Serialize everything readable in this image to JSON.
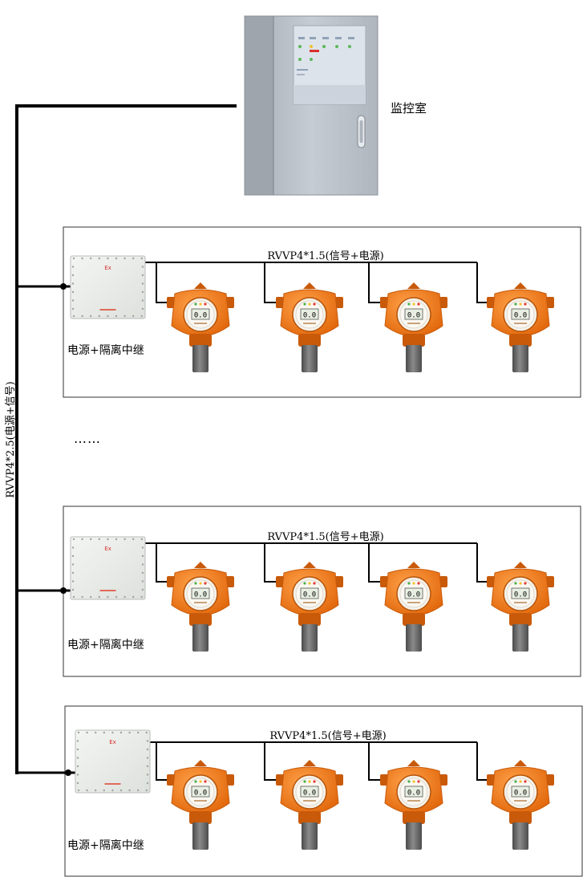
{
  "control_room": {
    "label": "监控室"
  },
  "trunk_cable": {
    "label": "RVVP4*2.5(电源+信号)"
  },
  "ellipsis": "……",
  "groups": [
    {
      "cable_label": "RVVP4*1.5(信号+电源)",
      "relay_label": "电源+隔离中继",
      "box_mark": "Ex",
      "detectors": [
        {
          "display": "0.0"
        },
        {
          "display": "0.0"
        },
        {
          "display": "0.0"
        },
        {
          "display": "0.0"
        }
      ]
    },
    {
      "cable_label": "RVVP4*1.5(信号+电源)",
      "relay_label": "电源+隔离中继",
      "box_mark": "Ex",
      "detectors": [
        {
          "display": "0.0"
        },
        {
          "display": "0.0"
        },
        {
          "display": "0.0"
        },
        {
          "display": "0.0"
        }
      ]
    },
    {
      "cable_label": "RVVP4*1.5(信号+电源)",
      "relay_label": "电源+隔离中继",
      "box_mark": "Ex",
      "detectors": [
        {
          "display": "0.0"
        },
        {
          "display": "0.0"
        },
        {
          "display": "0.0"
        },
        {
          "display": "0.0"
        }
      ]
    }
  ],
  "colors": {
    "detector_body": "#f07a18",
    "detector_dark": "#c85a0a",
    "sensor_head": "#6a6a6a",
    "cabinet": "#b8bec6",
    "cabinet_screen": "#dde3ea",
    "relay_box": "#e9ece8",
    "wire": "#000000",
    "box_mark": "#d8302a"
  }
}
